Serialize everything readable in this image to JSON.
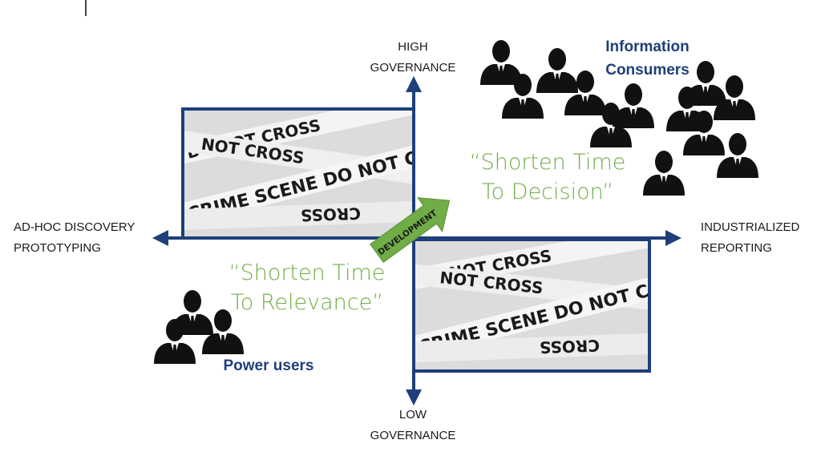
{
  "axes": {
    "top": [
      "HIGH",
      "GOVERNANCE"
    ],
    "bottom": [
      "LOW",
      "GOVERNANCE"
    ],
    "left": [
      "AD-HOC DISCOVERY",
      "PROTOTYPING"
    ],
    "right": [
      "INDUSTRIALIZED",
      "REPORTING"
    ]
  },
  "quotes": {
    "decision": [
      "“Shorten Time",
      "To Decision”"
    ],
    "relevance": [
      "“Shorten Time",
      "To Relevance”"
    ]
  },
  "groups": {
    "consumers": [
      "Information",
      "Consumers"
    ],
    "power": "Power users"
  },
  "arrow_label": "DEVELOPMENT",
  "tape_text": {
    "line1": "CRIME SCENE DO NOT CROSS",
    "line2": "DO NOT CROSS",
    "line3": "NOT CROSS",
    "line4": "CROSS"
  },
  "colors": {
    "axis": "#1f3f7a",
    "quote": "#70ad47",
    "arrow": "#70ad47",
    "label": "#1f3f7a"
  },
  "icons": {
    "person": "person-silhouette-icon"
  }
}
